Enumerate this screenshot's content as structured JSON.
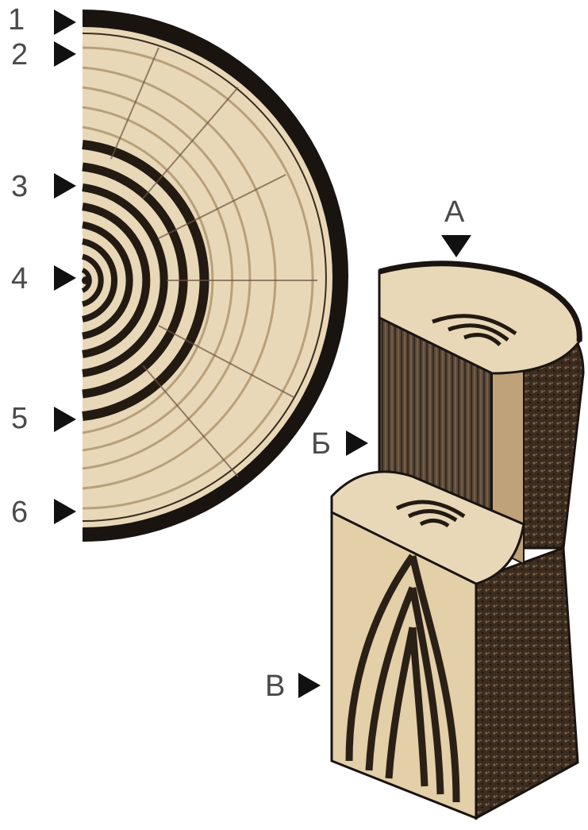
{
  "labels": {
    "n1": "1",
    "n2": "2",
    "n3": "3",
    "n4": "4",
    "n5": "5",
    "n6": "6",
    "a": "А",
    "b": "Б",
    "v": "В"
  },
  "icons": {
    "marker": "right-triangle-arrow-icon",
    "marker_down": "down-triangle-arrow-icon"
  },
  "colors": {
    "bark": "#1a1410",
    "wood_light": "#e8d8b8",
    "ring_dark": "#231a12",
    "side_wood": "#5a4838",
    "text": "#4a4a4a",
    "marker": "#111111"
  }
}
